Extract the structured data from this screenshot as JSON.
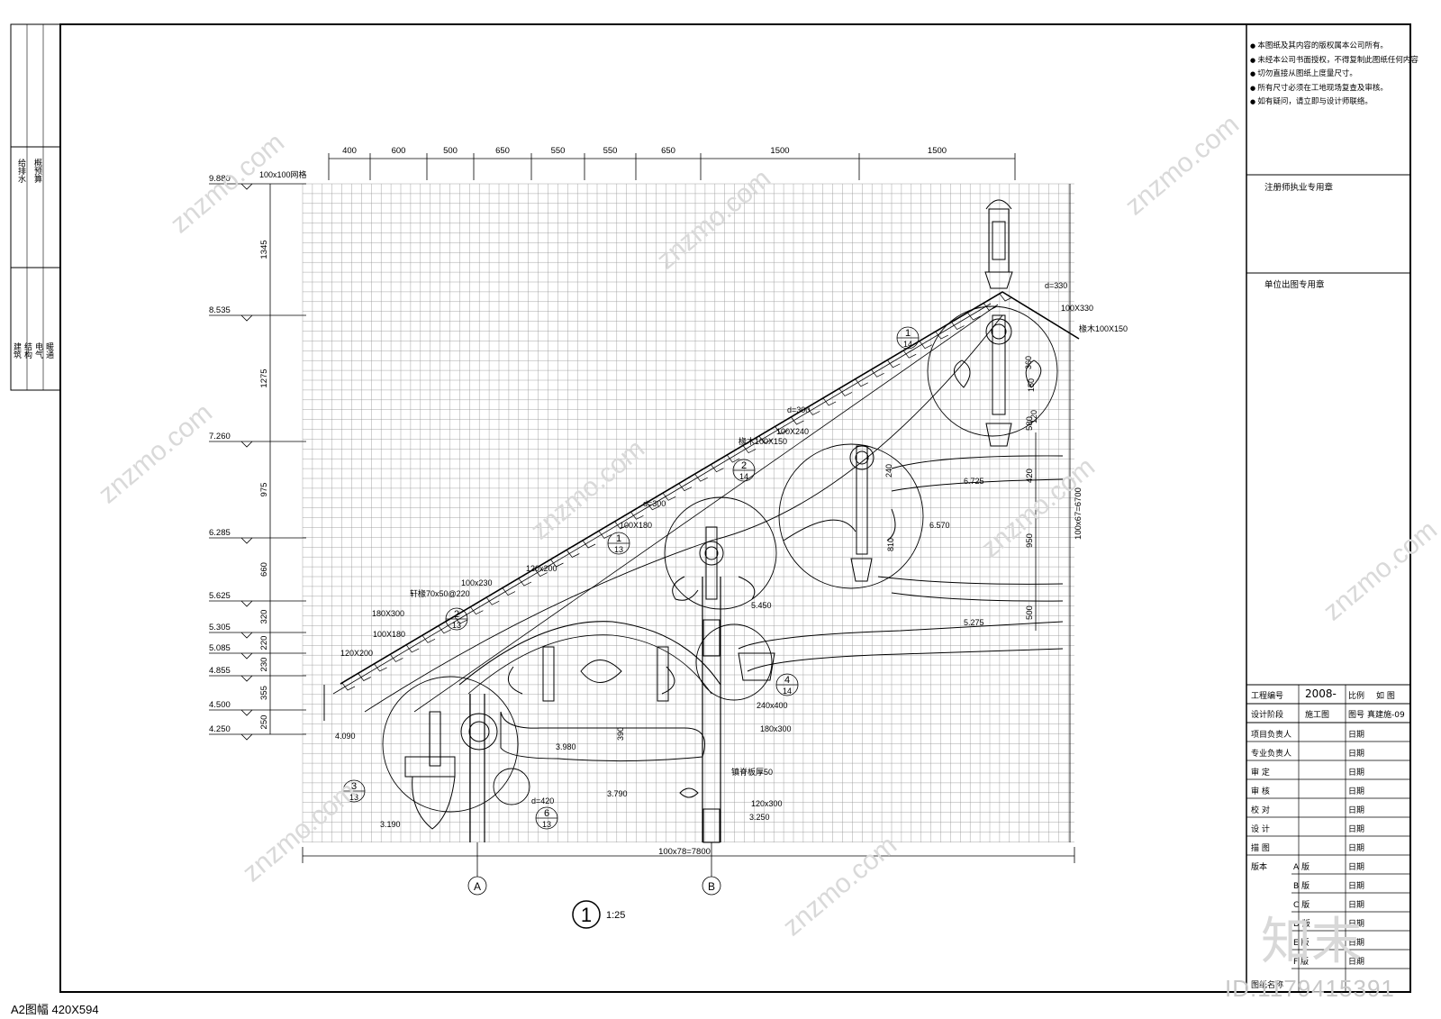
{
  "side_labels": {
    "top": [
      "给排水",
      "概预算"
    ],
    "bottom": [
      "建筑",
      "结构",
      "电气",
      "暖通"
    ]
  },
  "footer": "A2图幅 420X594",
  "notes": [
    "本图纸及其内容的版权属本公司所有。",
    "未经本公司书面授权，不得复制此图纸任何内容",
    "切勿直接从图纸上度量尺寸。",
    "所有尺寸必须在工地现场复查及审核。",
    "如有疑问，请立即与设计师联络。"
  ],
  "stamps": {
    "architect": "注册师执业专用章",
    "unit": "单位出图专用章"
  },
  "title_block": {
    "project_no_label": "工程编号",
    "project_no": "2008-",
    "scale_label": "比例",
    "scale": "如 图",
    "stage_label": "设计阶段",
    "stage": "施工图",
    "sheet_label": "图号",
    "sheet": "真建施-09",
    "rows": [
      "项目负责人",
      "专业负责人",
      "审 定",
      "审 核",
      "校 对",
      "设 计",
      "描 图"
    ],
    "date_label": "日期",
    "version_label": "版本",
    "versions": [
      "A 版",
      "B 版",
      "C 版",
      "D 版",
      "E 版",
      "F 版"
    ],
    "bottom_label": "图纸名称"
  },
  "dims_top": [
    "400",
    "600",
    "500",
    "650",
    "550",
    "550",
    "650",
    "1500",
    "1500"
  ],
  "levels": [
    {
      "label": "9.880",
      "gap": "1345"
    },
    {
      "label": "8.535",
      "gap": "1275"
    },
    {
      "label": "7.260",
      "gap": "975"
    },
    {
      "label": "6.285",
      "gap": "660"
    },
    {
      "label": "5.625",
      "gap": "320"
    },
    {
      "label": "5.305",
      "gap": "220"
    },
    {
      "label": "5.085",
      "gap": "230"
    },
    {
      "label": "4.855",
      "gap": "355"
    },
    {
      "label": "4.500",
      "gap": "250"
    },
    {
      "label": "4.250",
      "gap": ""
    }
  ],
  "grid_label": "100x100网格",
  "right_dims": {
    "total": "100x67=6700",
    "d1": "420",
    "d2": "950",
    "d3": "500",
    "d4": "580"
  },
  "bottom_dim": "100x78=7800",
  "axes": [
    "A",
    "B"
  ],
  "title_no": "1",
  "title_scale": "1:25",
  "annotations": {
    "a1": "d=330",
    "a2": "100X330",
    "a3": "椽木100X150",
    "a4": "d=300",
    "a5": "100X240",
    "a6": "椽木100X150",
    "a7": "d=300",
    "a8": "100X180",
    "a9": "120x200",
    "a10": "100x230",
    "a11": "轩椽70x50@220",
    "a12": "180X300",
    "a13": "100X180",
    "a14": "120X200",
    "a15": "240x400",
    "a16": "180x300",
    "a17": "镇脊板厚50",
    "a18": "120x300",
    "a19": "d=420",
    "l1": "6.725",
    "l2": "6.570",
    "l3": "5.450",
    "l4": "5.275",
    "l5": "4.090",
    "l6": "3.980",
    "l7": "3.790",
    "l8": "3.190",
    "l9": "3.250",
    "v1": "390",
    "v2": "240",
    "v3": "810",
    "v4": "360",
    "v5": "150",
    "v6": "120"
  },
  "callouts": [
    {
      "top": "1",
      "bottom": "14"
    },
    {
      "top": "2",
      "bottom": "14"
    },
    {
      "top": "1",
      "bottom": "13"
    },
    {
      "top": "2",
      "bottom": "13"
    },
    {
      "top": "3",
      "bottom": "13"
    },
    {
      "top": "4",
      "bottom": "14"
    },
    {
      "top": "6",
      "bottom": "13"
    }
  ],
  "watermark": "znzmo.com",
  "logo_text": "知末",
  "id_stamp": "ID:1179415391"
}
